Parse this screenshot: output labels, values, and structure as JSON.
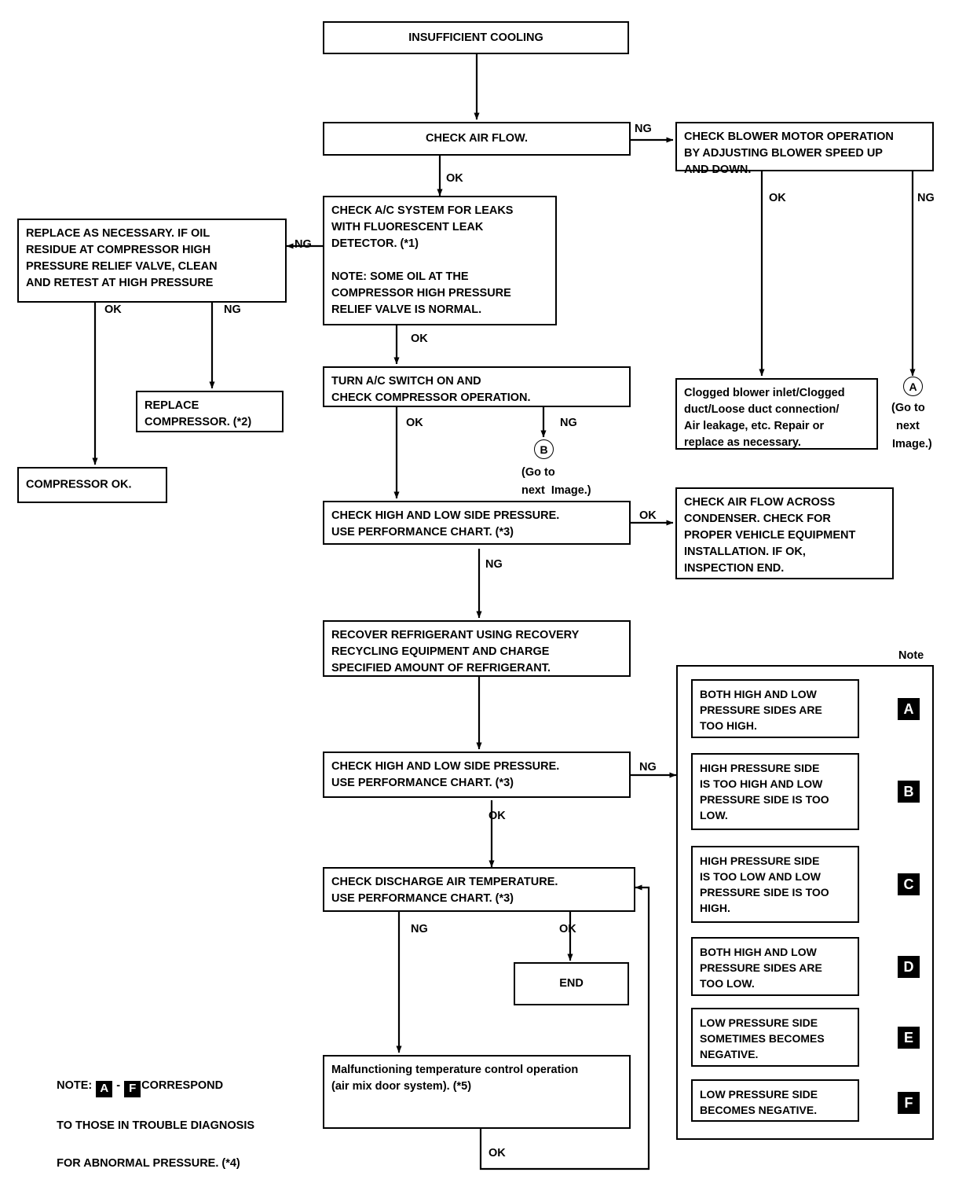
{
  "diagram": {
    "title": "Insufficient Cooling Trouble Diagnosis Flowchart",
    "note_panel_label": "Note",
    "labels": {
      "ok": "OK",
      "ng": "NG",
      "goto_line1": "(Go to",
      "goto_line2": "next",
      "goto_line3": "Image.)",
      "goto_inline_line1": "(Go to",
      "goto_inline_line2": "next  Image.)"
    },
    "connectors": {
      "a": "A",
      "b": "B"
    },
    "boxes": {
      "insufficient_cooling": "INSUFFICIENT COOLING",
      "check_air_flow": "CHECK AIR FLOW.",
      "check_blower_motor": "CHECK BLOWER MOTOR OPERATION\nBY ADJUSTING BLOWER SPEED UP\nAND DOWN.",
      "replace_as_necessary": "REPLACE AS NECESSARY. IF OIL\nRESIDUE AT COMPRESSOR HIGH\nPRESSURE RELIEF VALVE, CLEAN\nAND RETEST AT HIGH PRESSURE",
      "check_ac_leaks": "CHECK A/C SYSTEM FOR LEAKS\nWITH FLUORESCENT LEAK\nDETECTOR. (*1)\n\nNOTE: SOME OIL AT THE\nCOMPRESSOR HIGH PRESSURE\nRELIEF VALVE IS NORMAL.",
      "replace_compressor": "REPLACE\nCOMPRESSOR. (*2)",
      "compressor_ok": "COMPRESSOR OK.",
      "turn_ac_switch": "TURN A/C SWITCH ON AND\nCHECK COMPRESSOR OPERATION.",
      "clogged_blower": "Clogged blower inlet/Clogged\nduct/Loose duct connection/\nAir leakage, etc. Repair or\nreplace as necessary.",
      "check_pressure_1": "CHECK HIGH AND LOW SIDE PRESSURE.\nUSE PERFORMANCE CHART. (*3)",
      "check_air_flow_condenser": "CHECK AIR FLOW ACROSS\nCONDENSER. CHECK FOR\nPROPER VEHICLE EQUIPMENT\nINSTALLATION. IF OK,\nINSPECTION END.",
      "recover_refrigerant": "RECOVER REFRIGERANT USING RECOVERY\nRECYCLING EQUIPMENT AND CHARGE\nSPECIFIED AMOUNT OF REFRIGERANT.",
      "check_pressure_2": "CHECK HIGH AND LOW SIDE PRESSURE.\nUSE PERFORMANCE CHART. (*3)",
      "check_discharge_temp": "CHECK DISCHARGE AIR TEMPERATURE.\nUSE PERFORMANCE CHART. (*3)",
      "end": "END",
      "malfunctioning_temp": "Malfunctioning temperature control operation\n(air mix door system). (*5)"
    },
    "note_items": [
      {
        "text": "BOTH HIGH AND LOW\nPRESSURE SIDES ARE\nTOO HIGH.",
        "tag": "A"
      },
      {
        "text": "HIGH PRESSURE SIDE\nIS TOO HIGH AND LOW\nPRESSURE SIDE IS TOO\nLOW.",
        "tag": "B"
      },
      {
        "text": "HIGH PRESSURE SIDE\nIS TOO LOW AND LOW\nPRESSURE SIDE IS TOO\nHIGH.",
        "tag": "C"
      },
      {
        "text": "BOTH HIGH AND LOW\nPRESSURE SIDES ARE\nTOO LOW.",
        "tag": "D"
      },
      {
        "text": "LOW PRESSURE SIDE\nSOMETIMES BECOMES\nNEGATIVE.",
        "tag": "E"
      },
      {
        "text": "LOW PRESSURE SIDE\nBECOMES NEGATIVE.",
        "tag": "F"
      }
    ],
    "footnote": {
      "prefix": "NOTE: ",
      "tag_from": "A",
      "dash": " - ",
      "tag_to": "F",
      "suffix": "CORRESPOND",
      "line2": "TO THOSE IN TROUBLE DIAGNOSIS",
      "line3": "FOR ABNORMAL PRESSURE. (*4)"
    }
  }
}
